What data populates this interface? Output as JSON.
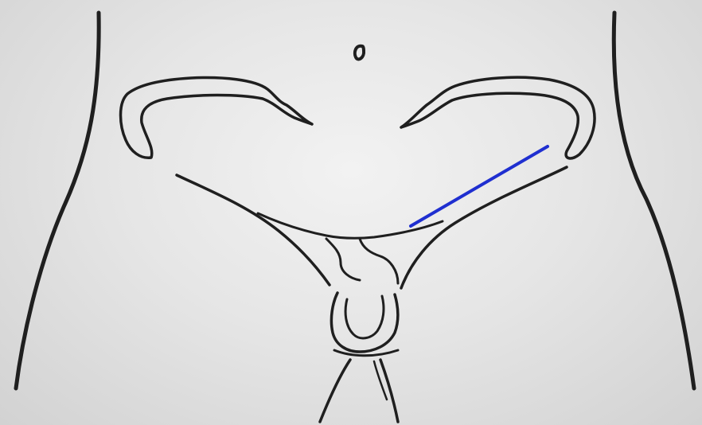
{
  "diagram": {
    "colors": {
      "background": "#e6e6e6",
      "outline": "#1f1f1f",
      "incision": "#1f2fd0"
    },
    "parts": [
      "body-contour-left",
      "body-contour-right",
      "navel",
      "iliac-crest-left",
      "iliac-crest-right",
      "inguinal-line-left",
      "inguinal-line-right",
      "pubic-outline",
      "genital-outline",
      "thigh-lines"
    ],
    "highlight": {
      "name": "incision-line",
      "color": "#1f2fd0"
    }
  }
}
